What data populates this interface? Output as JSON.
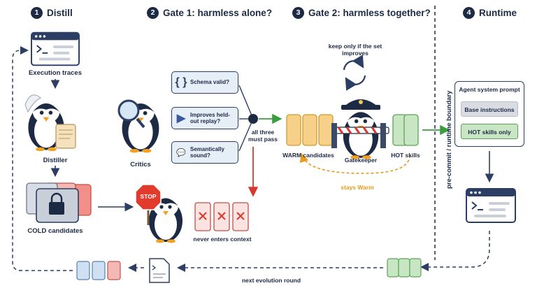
{
  "steps": [
    {
      "num": "1",
      "title": "Distill"
    },
    {
      "num": "2",
      "title": "Gate 1: harmless alone?"
    },
    {
      "num": "3",
      "title": "Gate 2: harmless together?"
    },
    {
      "num": "4",
      "title": "Runtime"
    }
  ],
  "distill": {
    "traces_label": "Execution traces",
    "distiller_label": "Distiller",
    "cold_label": "COLD candidates"
  },
  "gate1": {
    "critics_label": "Critics",
    "checks": [
      {
        "icon": "{ }",
        "text": "Schema valid?"
      },
      {
        "icon": "▶",
        "text": "Improves held-out replay?"
      },
      {
        "icon": "💬",
        "text": "Semantically sound?"
      }
    ],
    "merge_label": "all three must pass",
    "stop_sign": "STOP",
    "reject_label": "never enters context"
  },
  "gate2": {
    "keep_label": "keep only if the set improves",
    "warm_label": "WARM candidates",
    "gatekeeper_label": "Gatekeeper",
    "hot_label": "HOT skills",
    "stays_warm_label": "stays Warm"
  },
  "boundary_label": "pre-commit / runtime boundary",
  "runtime": {
    "prompt_title": "Agent system prompt",
    "base_label": "Base instructions",
    "hot_only_label": "HOT skills only"
  },
  "loop_label": "next evolution round",
  "colors": {
    "navy": "#1d2a44",
    "cold_red": "#f4b9b5",
    "warm_orange": "#f7d08a",
    "hot_green": "#c9e6c4",
    "arrow_green": "#3a9d3e",
    "arrow_red": "#d9382d",
    "arrow_orange": "#e79a1b"
  }
}
